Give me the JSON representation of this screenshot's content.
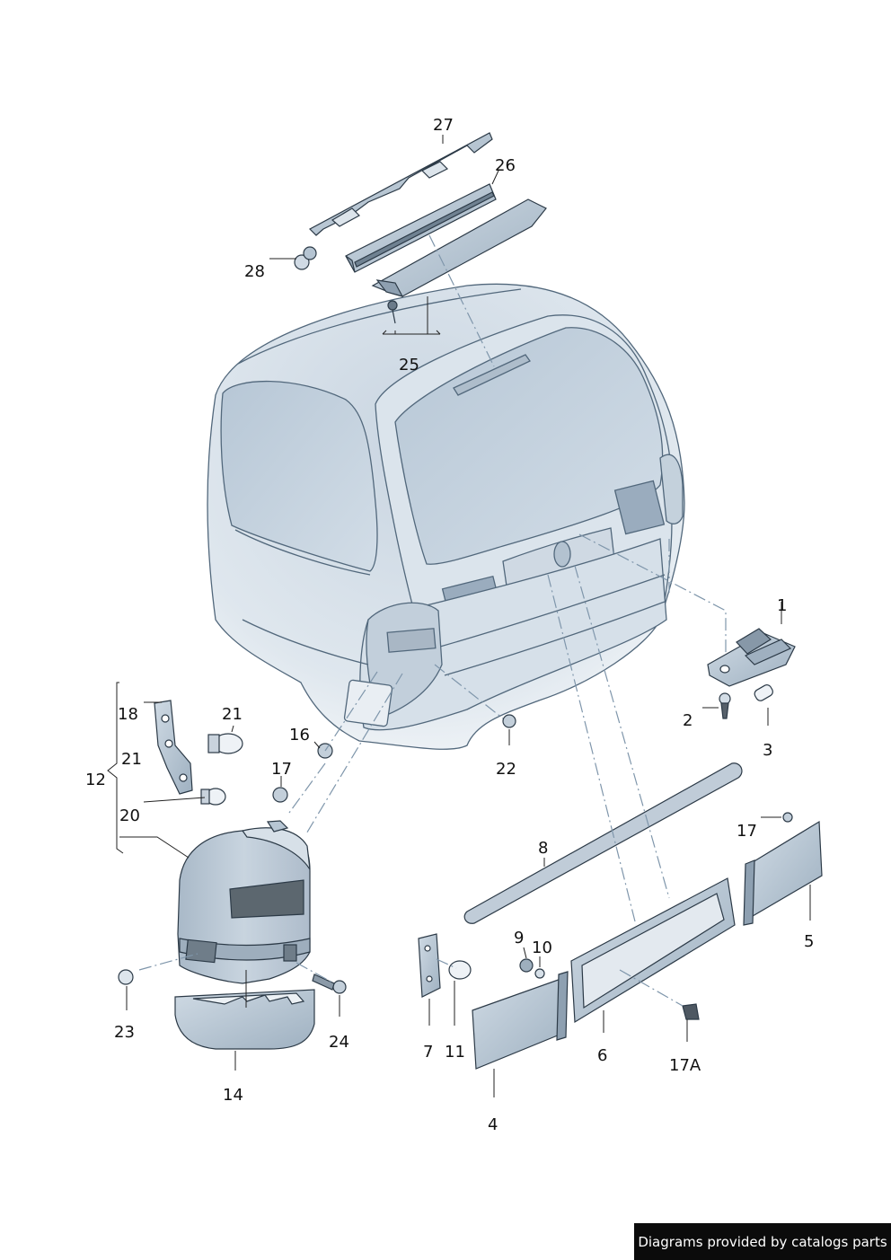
{
  "diagram": {
    "callouts": {
      "c1": "1",
      "c2": "2",
      "c3": "3",
      "c4": "4",
      "c5": "5",
      "c6": "6",
      "c7": "7",
      "c8": "8",
      "c9": "9",
      "c10": "10",
      "c11": "11",
      "c12": "12",
      "c14": "14",
      "c16": "16",
      "c17a": "17",
      "c17b": "17",
      "c17A": "17A",
      "c18": "18",
      "c20": "20",
      "c21a": "21",
      "c21b": "21",
      "c22": "22",
      "c23": "23",
      "c24": "24",
      "c25": "25",
      "c26": "26",
      "c27": "27",
      "c28": "28"
    }
  },
  "footer": {
    "credit": "Diagrams provided by catalogs parts"
  },
  "colors": {
    "body_fill": "#d3dde7",
    "glass_fill": "#c4d2df",
    "part_fill": "#b9c8d6",
    "part_dark": "#7f8f9d",
    "lens_dark": "#5e6870",
    "leader_dash": "#7f96ab"
  }
}
